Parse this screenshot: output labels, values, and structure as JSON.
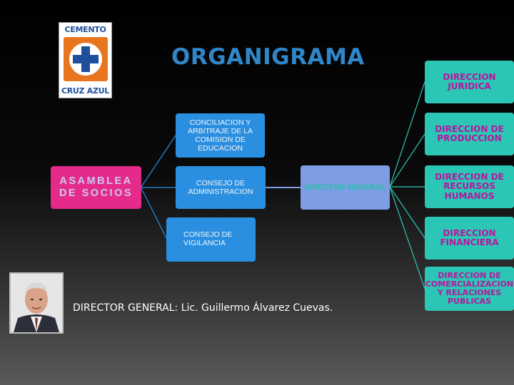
{
  "logo": {
    "top_text": "CEMENTO",
    "bottom_text": "CRUZ AZUL",
    "brand_color": "#1d4f9c",
    "accent_color": "#e8761f"
  },
  "title": "ORGANIGRAMA",
  "left": {
    "asamblea": "ASAMBLEA DE SOCIOS",
    "conciliacion": "CONCILIACION Y ARBITRAJE DE LA COMISION DE EDUCACION",
    "consejo_admin": "CONSEJO DE ADMINISTRACION",
    "consejo_vigilancia": "CONSEJO DE VIGILANCIA",
    "director_general": "DIRECTOR GENERAL"
  },
  "directions": [
    "DIRECCION JURIDICA",
    "DIRECCION DE PRODUCCION",
    "DIRECCION DE RECURSOS HUMANOS",
    "DIRECCION FINANCIERA",
    "DIRECCION DE COMERCIALIZACION Y RELACIONES PUBLICAS"
  ],
  "caption": "DIRECTOR GENERAL: Lic. Guillermo Álvarez Cuevas.",
  "colors": {
    "pink": "#e52a8a",
    "blue": "#2a8fe0",
    "purple": "#7d9ee4",
    "teal": "#2cc6b6",
    "title": "#2f86c8"
  }
}
